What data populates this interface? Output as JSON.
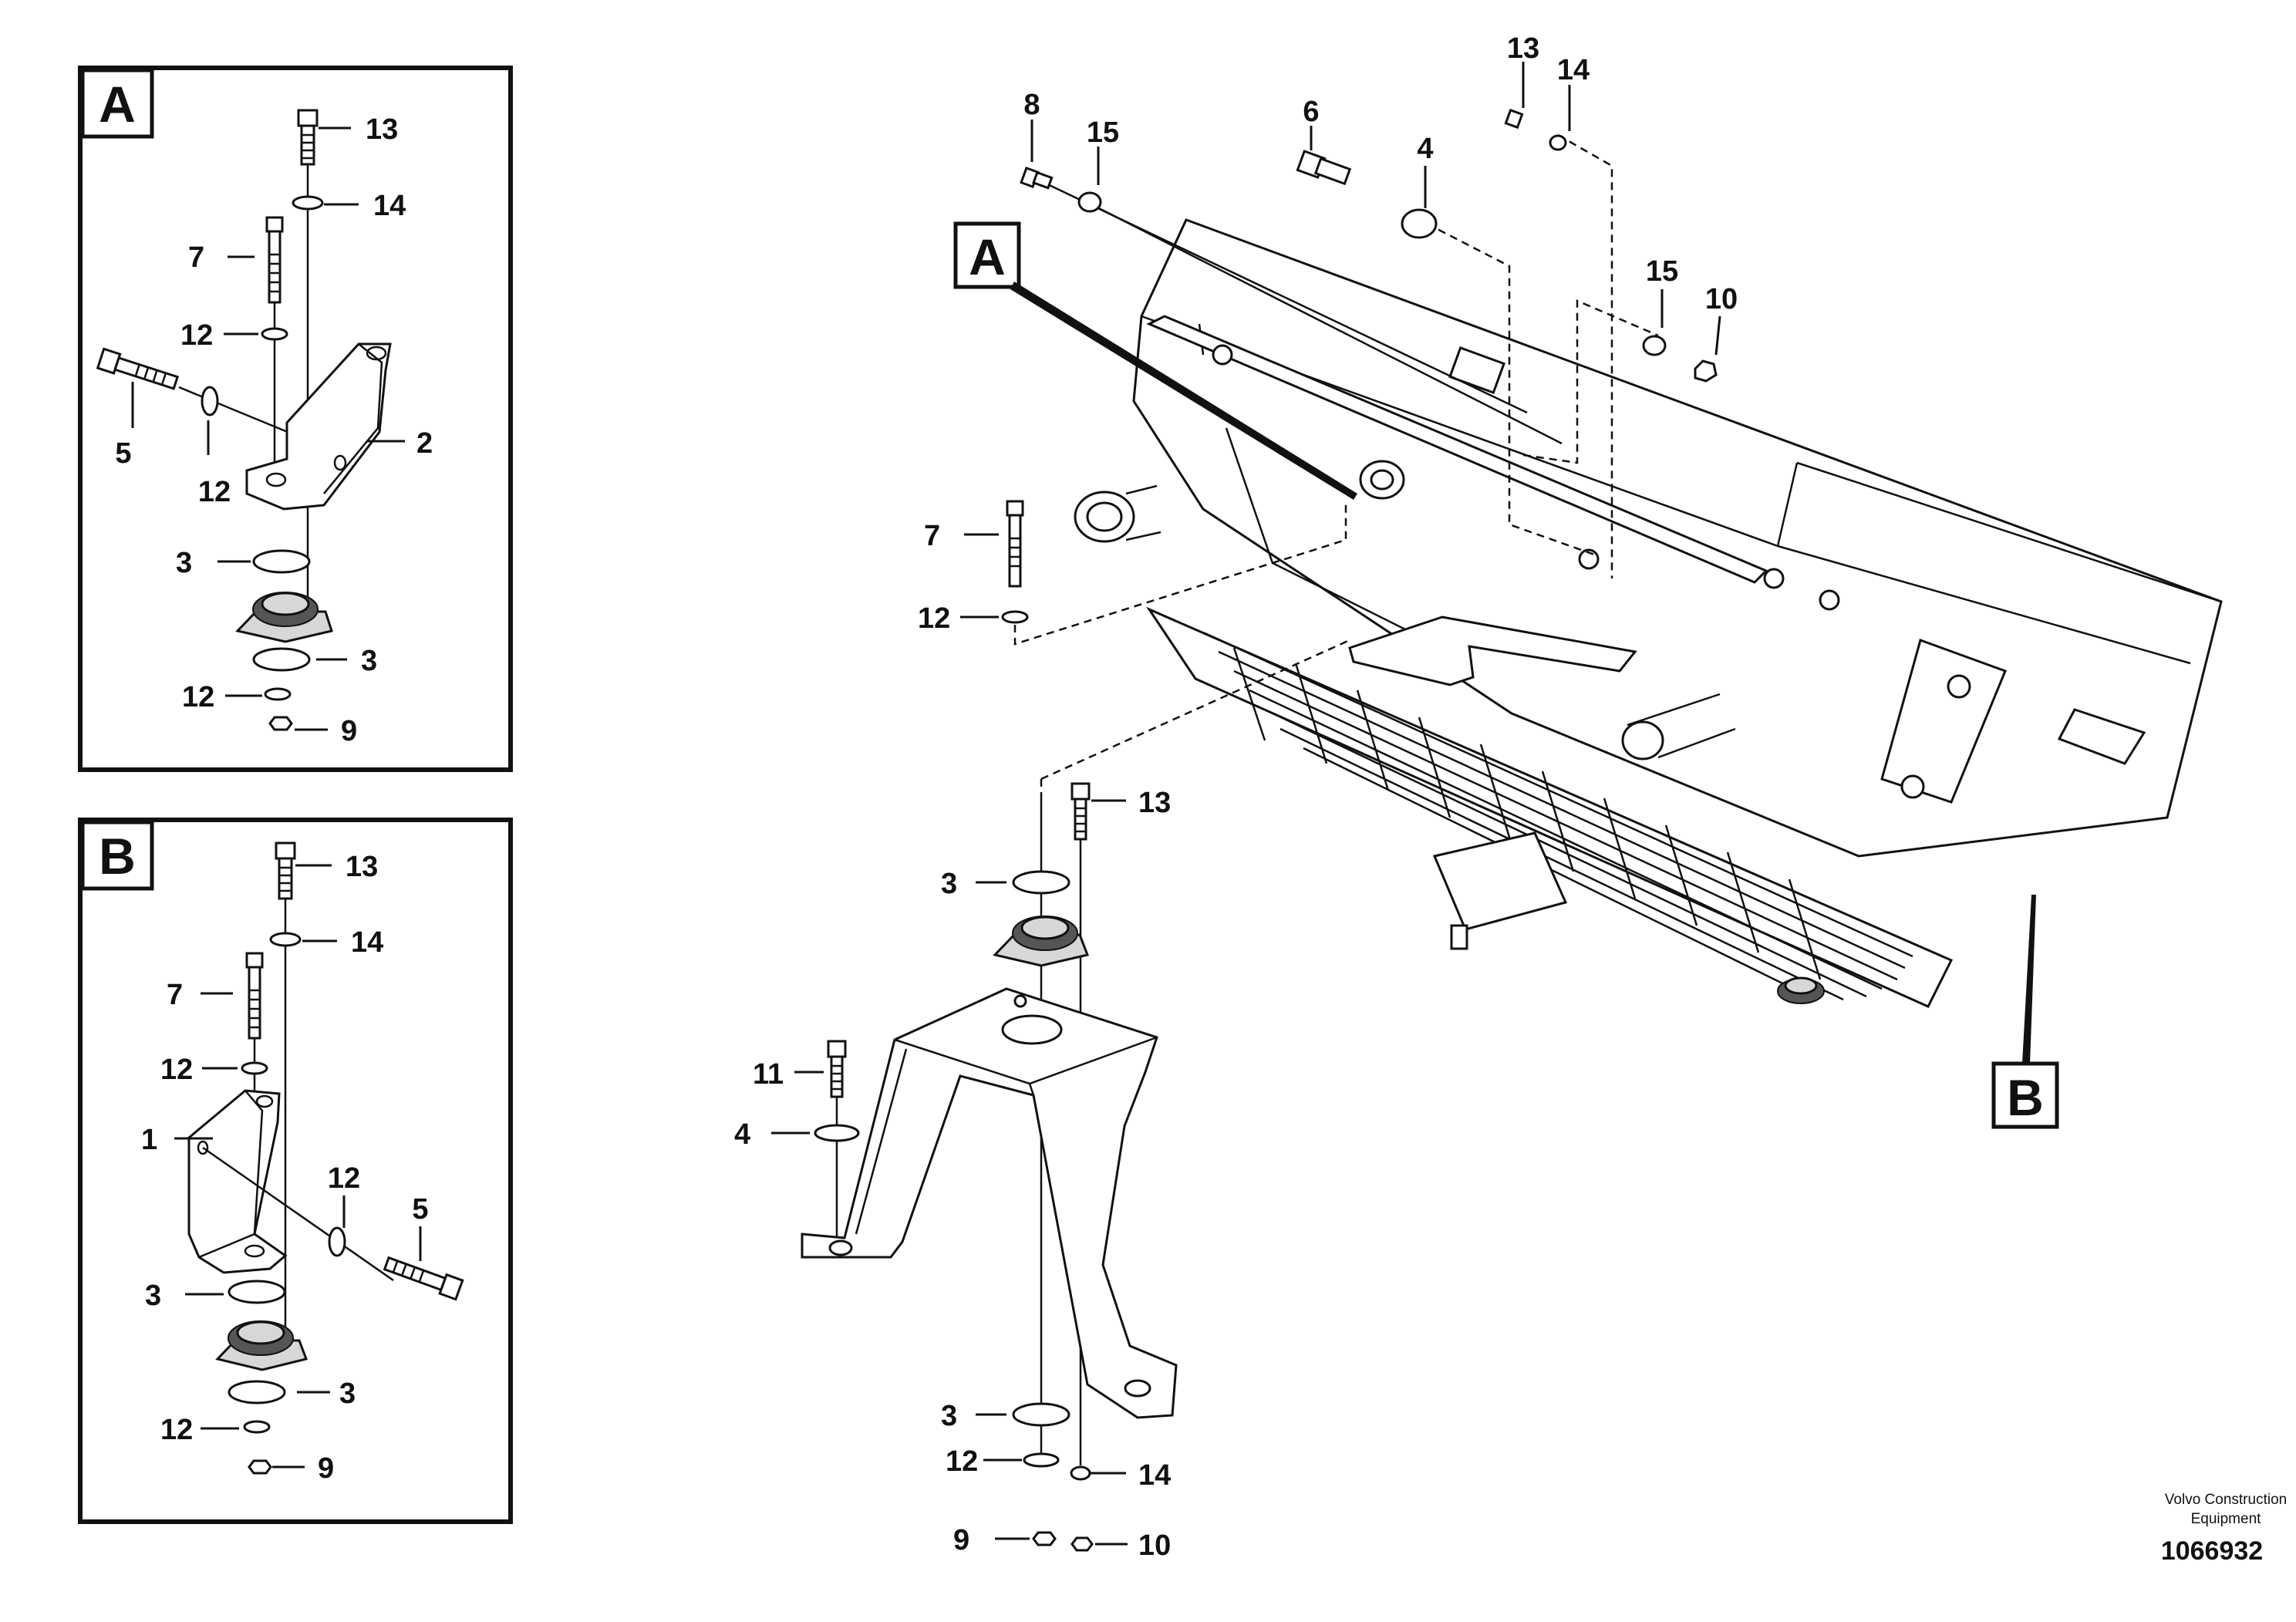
{
  "inset_a": {
    "tag": "A",
    "labels": {
      "p13": "13",
      "p14": "14",
      "p7": "7",
      "p12a": "12",
      "p5": "5",
      "p12b": "12",
      "p2": "2",
      "p3a": "3",
      "p3b": "3",
      "p12c": "12",
      "p9": "9"
    }
  },
  "inset_b": {
    "tag": "B",
    "labels": {
      "p13": "13",
      "p14": "14",
      "p7": "7",
      "p12a": "12",
      "p1": "1",
      "p12b": "12",
      "p5": "5",
      "p3a": "3",
      "p3b": "3",
      "p12c": "12",
      "p9": "9"
    }
  },
  "main": {
    "callout_a": "A",
    "callout_b": "B",
    "labels": {
      "p8": "8",
      "p15a": "15",
      "p6": "6",
      "p4a": "4",
      "p13a": "13",
      "p14a": "14",
      "p15b": "15",
      "p10a": "10",
      "p7": "7",
      "p12a": "12",
      "p13b": "13",
      "p3a": "3",
      "p11": "11",
      "p4b": "4",
      "p3b": "3",
      "p12b": "12",
      "p14b": "14",
      "p9": "9",
      "p10b": "10"
    }
  },
  "footer": {
    "company_line1": "Volvo Construction",
    "company_line2": "Equipment",
    "doc_number": "1066932"
  }
}
